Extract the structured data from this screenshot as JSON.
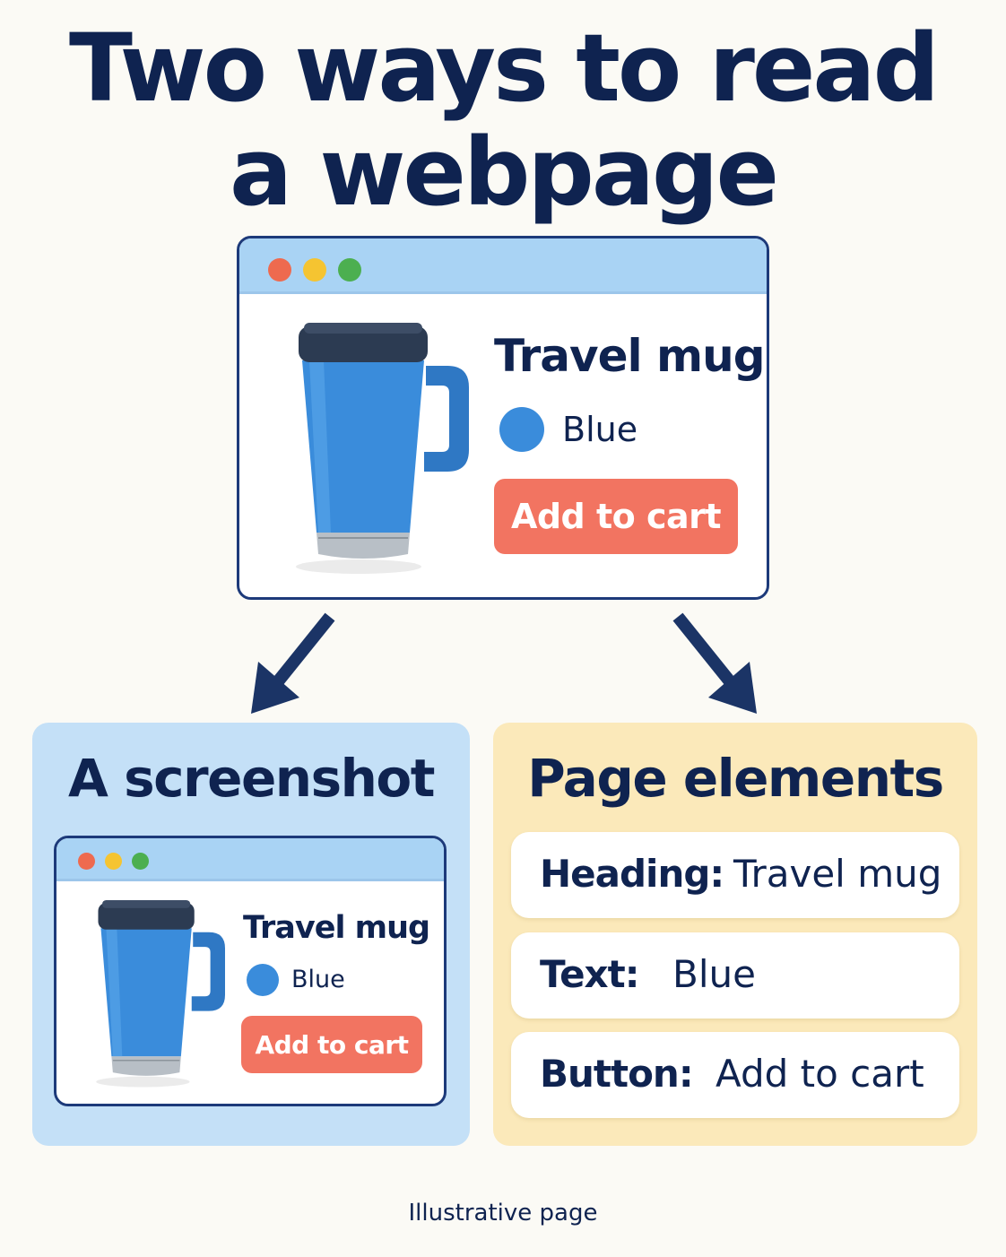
{
  "title": {
    "line1": "Two ways to read",
    "line2": "a webpage"
  },
  "main_window": {
    "product_title": "Travel mug",
    "color_label": "Blue",
    "button_label": "Add to cart"
  },
  "left_panel": {
    "heading": "A screenshot",
    "window": {
      "product_title": "Travel mug",
      "color_label": "Blue",
      "button_label": "Add to cart"
    }
  },
  "right_panel": {
    "heading": "Page elements",
    "elements": [
      {
        "type": "Heading:",
        "value": "Travel mug"
      },
      {
        "type": "Text:",
        "value": "Blue"
      },
      {
        "type": "Button:",
        "value": "Add to cart"
      }
    ]
  },
  "caption": "Illustrative page",
  "colors": {
    "navy": "#0f2350",
    "mug_blue": "#3a8cdb",
    "button_coral": "#f27461",
    "window_bar": "#a9d3f4",
    "panel_blue": "#c4e0f7",
    "panel_yellow": "#fbe9ba"
  }
}
